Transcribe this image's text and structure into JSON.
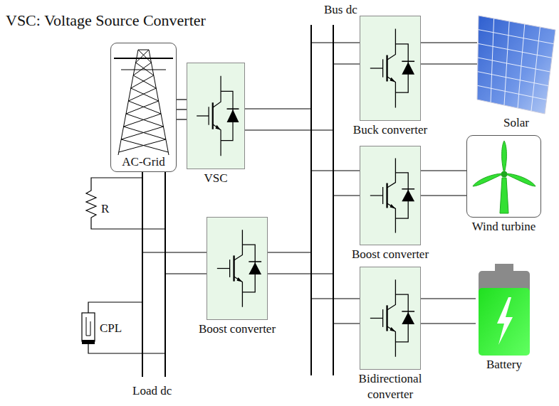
{
  "diagram": {
    "title": "VSC: Voltage Source Converter",
    "nodes": [
      {
        "text": [
          "AC-Grid"
        ]
      },
      {
        "text": [
          "VSC"
        ]
      },
      {
        "text": [
          "Buck converter"
        ]
      },
      {
        "text": [
          "Solar"
        ]
      },
      {
        "text": [
          "Boost converter"
        ]
      },
      {
        "text": [
          "Wind turbine"
        ]
      },
      {
        "text": [
          "Boost converter"
        ]
      },
      {
        "text": [
          "Bidirectional converter"
        ]
      },
      {
        "text": [
          "Battery"
        ]
      }
    ],
    "edges": [
      {
        "from": 0,
        "to": 1,
        "arrow": "none"
      },
      {
        "from": 3,
        "to": 2,
        "arrow": "none"
      },
      {
        "from": 5,
        "to": 4,
        "arrow": "none"
      },
      {
        "from": 8,
        "to": 7,
        "arrow": "none"
      }
    ],
    "labels": [
      "Bus dc",
      "R",
      "CPL",
      "Load dc"
    ]
  }
}
